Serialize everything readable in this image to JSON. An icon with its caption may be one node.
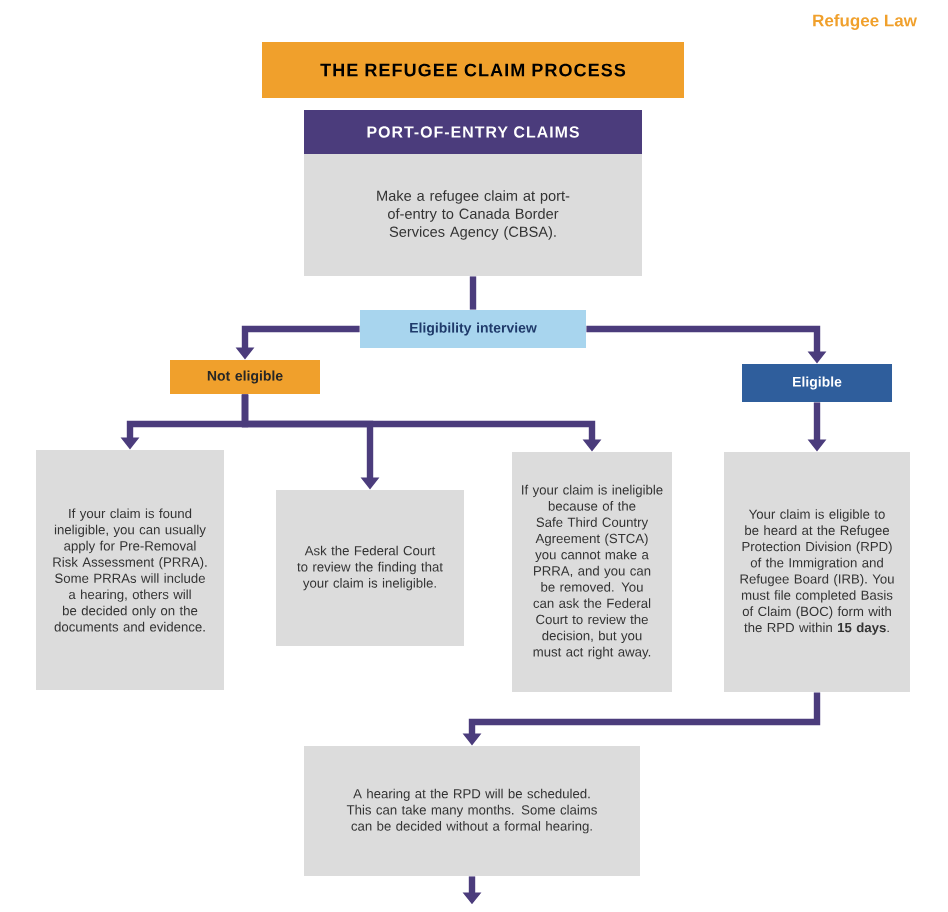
{
  "diagram": {
    "title": "THE REFUGEE CLAIM PROCESS",
    "nodes": [
      {
        "text": [
          "PORT-OF-ENTRY CLAIMS",
          "Make a refugee claim at port-of-entry to Canada Border Services Agency (CBSA)."
        ]
      },
      {
        "text": [
          "Eligibility interview"
        ]
      },
      {
        "text": [
          "Not eligible"
        ]
      },
      {
        "text": [
          "Eligible"
        ]
      },
      {
        "text": [
          "If your claim is found ineligible, you can usually apply for Pre-Removal Risk Assessment (PRRA). Some PRRAs will include a hearing, others will be decided only on the documents and evidence."
        ]
      },
      {
        "text": [
          "Ask the Federal Court to review the finding that your claim is ineligible."
        ]
      },
      {
        "text": [
          "If your claim is ineligible because of the Safe Third Country Agreement (STCA) you cannot make a PRRA, and you can be removed. You can ask the Federal Court to review the decision, but you must act right away."
        ]
      },
      {
        "text": [
          "Your claim is eligible to be heard at the Refugee Protection Division (RPD) of the Immigration and Refugee Board (IRB). You must file completed Basis of Claim (BOC) form with the RPD within **15 days**."
        ]
      },
      {
        "text": [
          "A hearing at the RPD will be scheduled. This can take many months. Some claims can be decided without a formal hearing."
        ]
      }
    ],
    "edges": [
      {
        "from": 0,
        "to": 1,
        "arrow": "none"
      },
      {
        "from": 1,
        "to": 2,
        "arrow": "to"
      },
      {
        "from": 1,
        "to": 3,
        "arrow": "to"
      },
      {
        "from": 2,
        "to": 4,
        "arrow": "to"
      },
      {
        "from": 2,
        "to": 5,
        "arrow": "to"
      },
      {
        "from": 2,
        "to": 6,
        "arrow": "to"
      },
      {
        "from": 3,
        "to": 7,
        "arrow": "to"
      },
      {
        "from": 7,
        "to": 8,
        "arrow": "to"
      },
      {
        "from": 8,
        "to": null,
        "arrow": "to"
      }
    ],
    "labels": [
      "Refugee Law"
    ]
  }
}
